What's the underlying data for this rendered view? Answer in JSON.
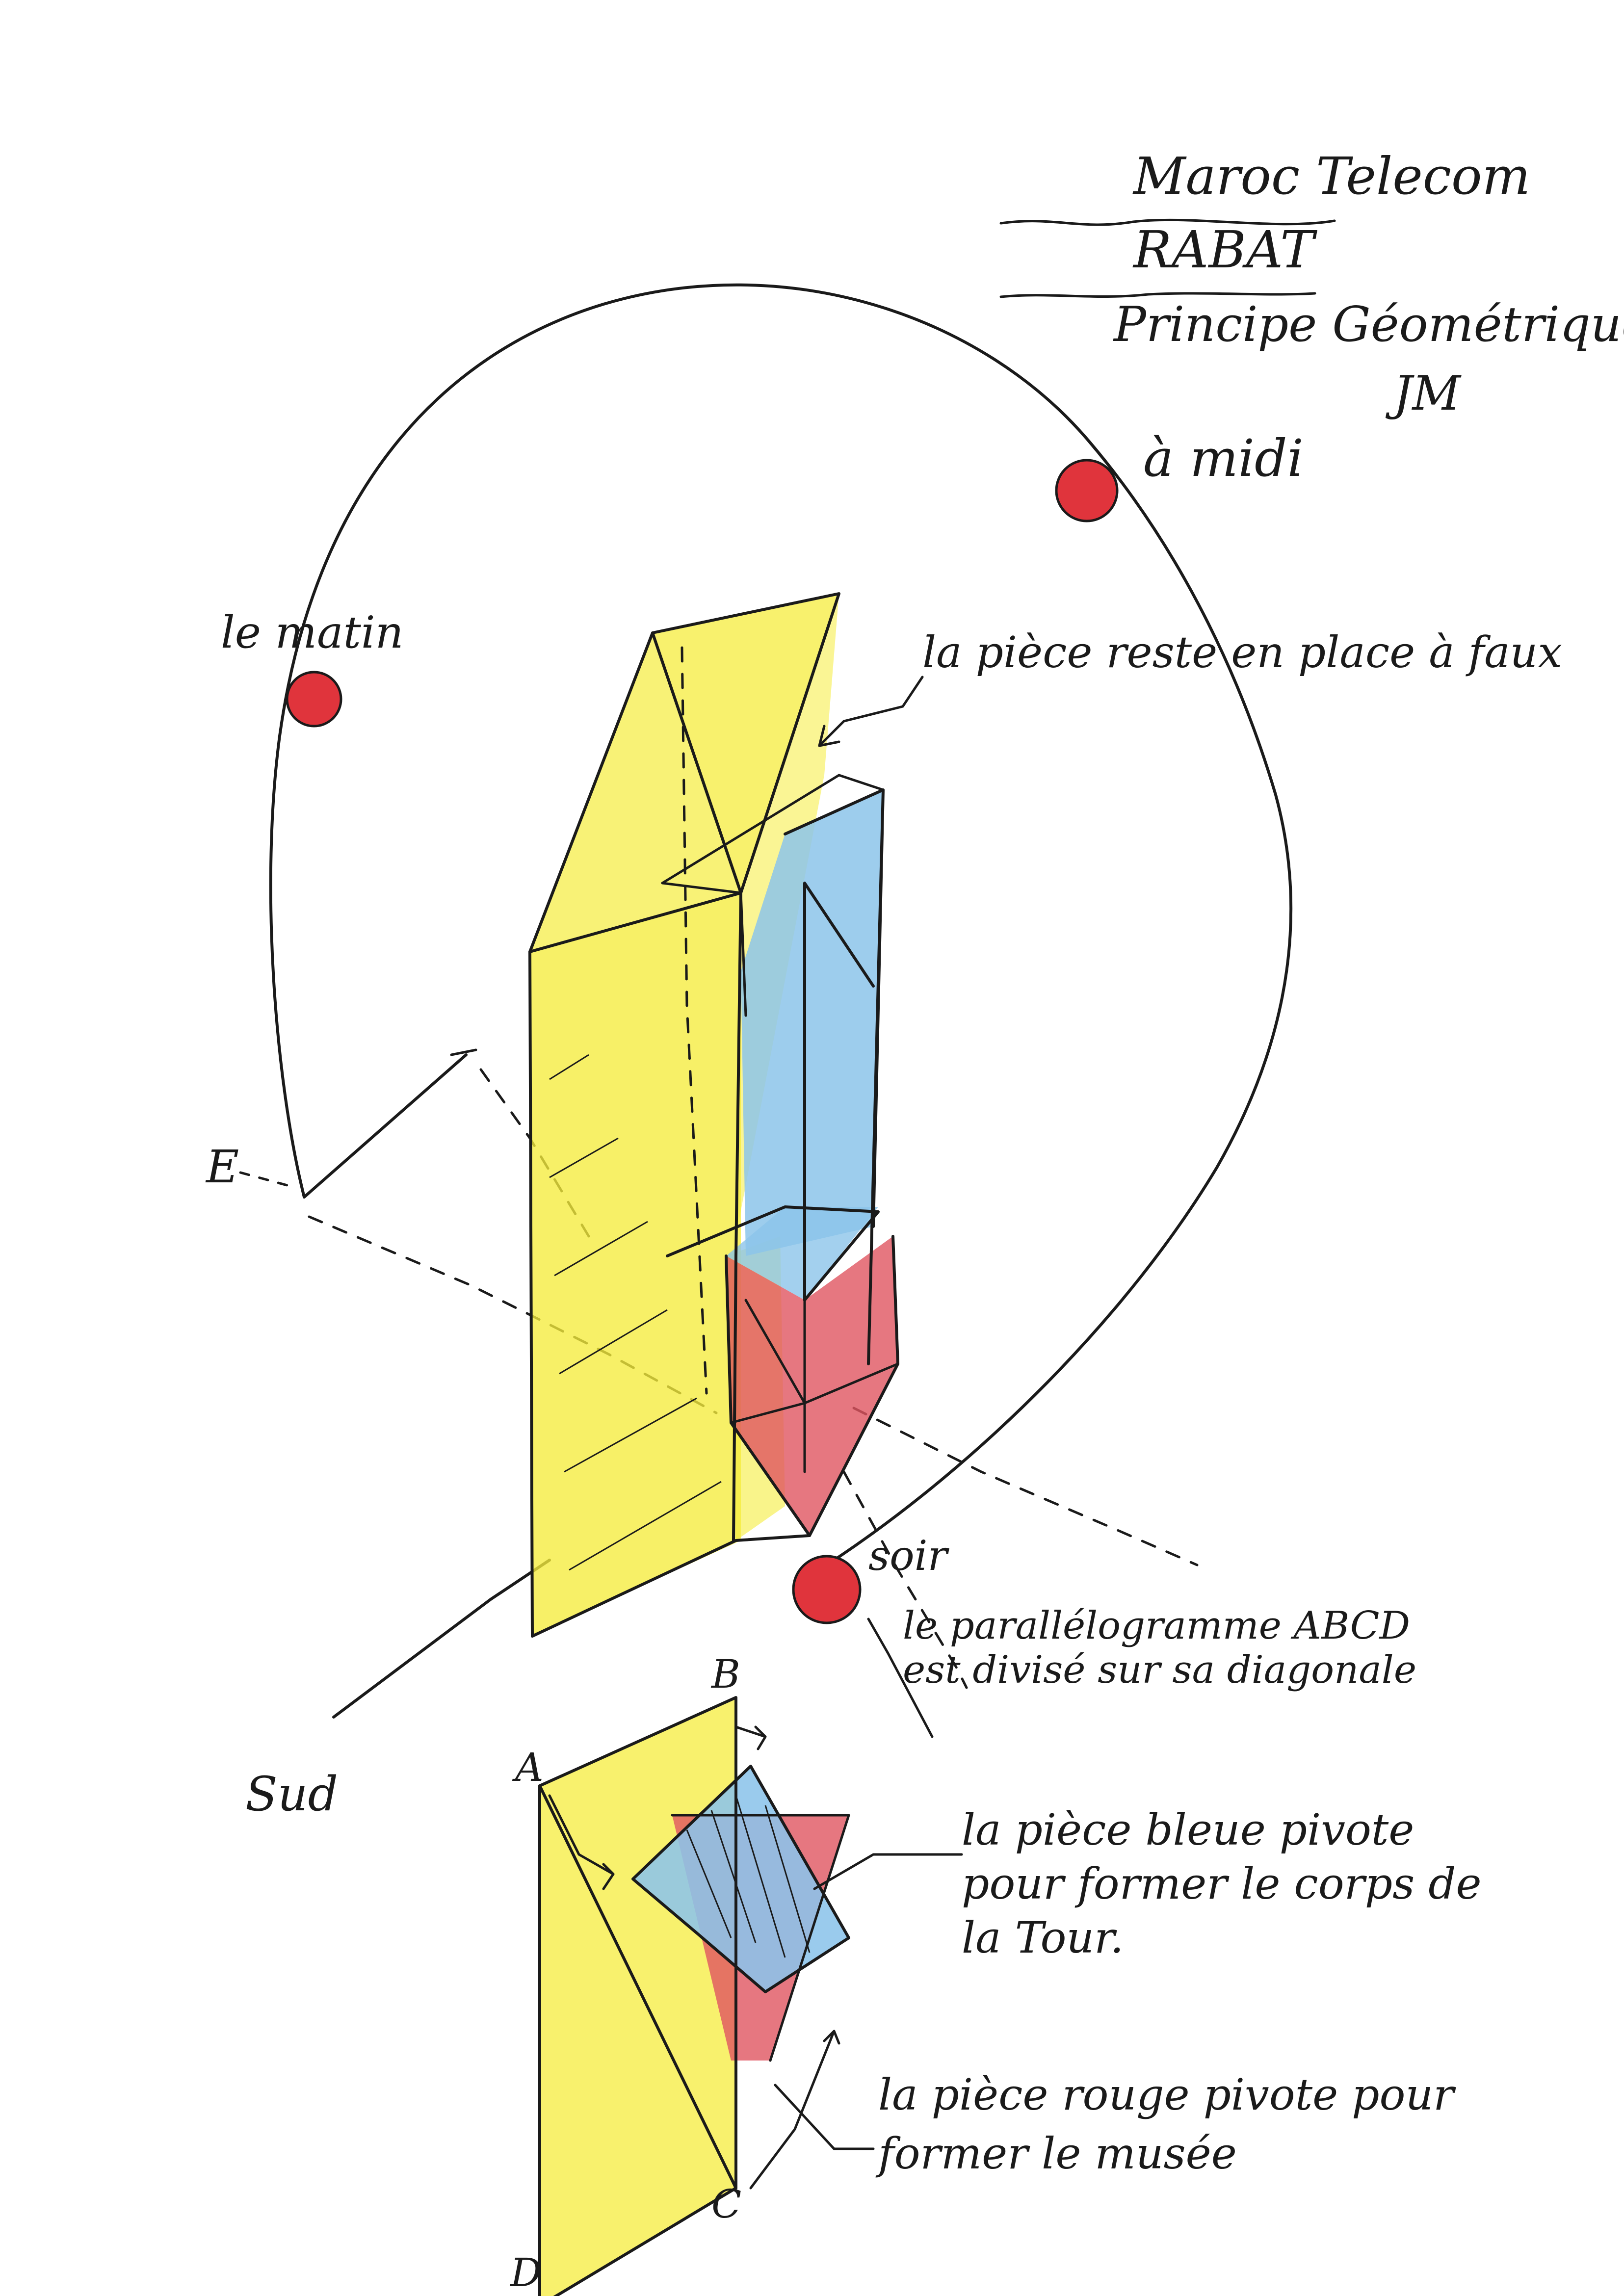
{
  "title": {
    "project": "Maroc Telecom",
    "city": "RABAT",
    "subject": "Principe Géométrique",
    "signature": "JM"
  },
  "sun_labels": {
    "morning": "le matin",
    "noon": "à midi",
    "evening": "soir"
  },
  "directions": {
    "east": "E",
    "south": "Sud"
  },
  "annotations": {
    "yellow_piece": "la pièce reste en place à faux",
    "parallelogram_line1": "le parallélogramme ABCD",
    "parallelogram_line2": "est divisé sur sa diagonale",
    "blue_piece_line1": "la pièce bleue pivote",
    "blue_piece_line2": "pour former le corps de",
    "blue_piece_line3": "la Tour.",
    "red_piece_line1": "la pièce rouge pivote pour",
    "red_piece_line2": "former le musée"
  },
  "vertex_labels": {
    "a": "A",
    "b": "B",
    "c": "C",
    "d": "D"
  },
  "colors": {
    "ink": "#1a1a1a",
    "yellow": "#f5ec3c",
    "blue": "#8cc4ea",
    "red": "#e05560",
    "sun": "#e0343c"
  }
}
